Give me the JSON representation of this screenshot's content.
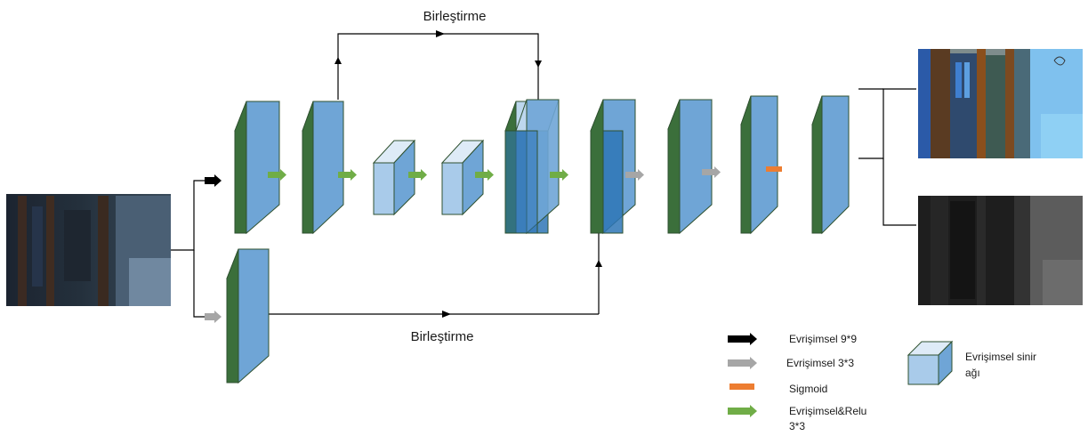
{
  "labels": {
    "top_merge": "Birleştirme",
    "bottom_merge": "Birleştirme"
  },
  "legend": {
    "items": [
      {
        "text": "Evrişimsel 9*9",
        "color": "#000000"
      },
      {
        "text": "Evrişimsel 3*3",
        "color": "#a6a6a6"
      },
      {
        "text": "Sigmoid",
        "color": "#ed7d31"
      },
      {
        "text": "Evrişimsel&Relu",
        "text2": "3*3",
        "color": "#70ad47"
      }
    ],
    "block_line1": "Evrişimsel sinir",
    "block_line2": "ağı"
  },
  "colors": {
    "layer_face": "#6fa5d6",
    "layer_dark": "#2e75b6",
    "layer_top": "#bdd7ee",
    "layer_edge": "#2f5130",
    "small_box": "#a9cbea",
    "relu_arrow": "#70ad47",
    "conv3_arrow": "#a6a6a6",
    "sigmoid": "#ed7d31",
    "line": "#000000"
  }
}
